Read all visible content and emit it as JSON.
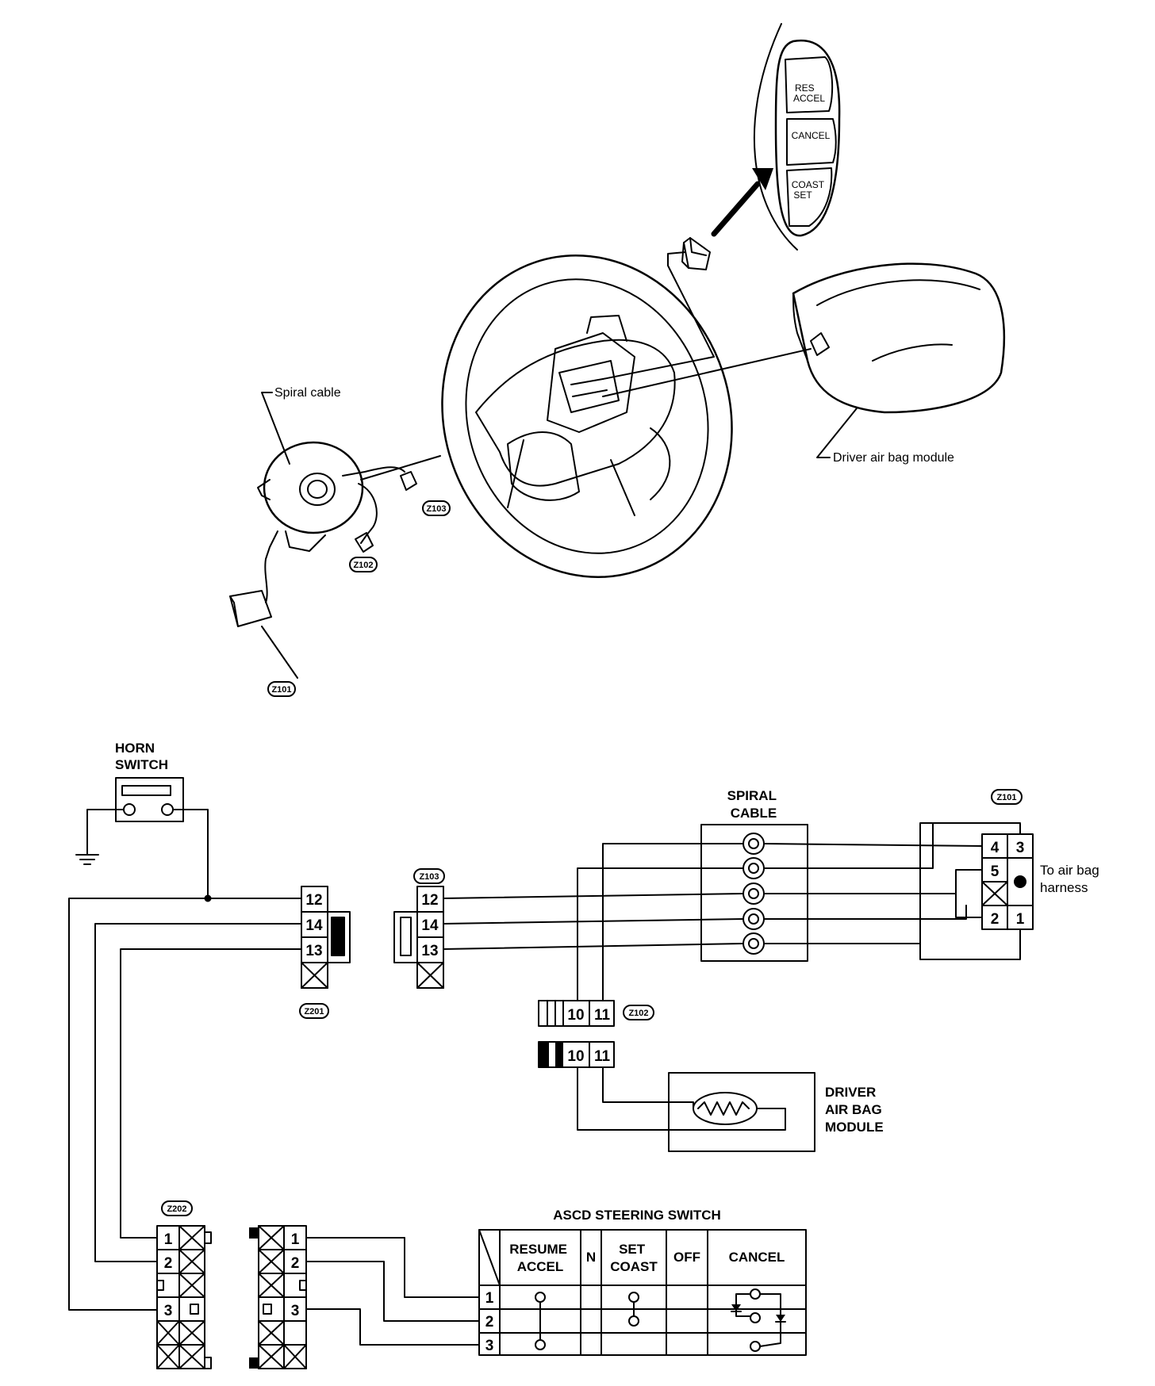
{
  "illustration": {
    "switch_buttons": {
      "res_accel": [
        "RES",
        "ACCEL"
      ],
      "cancel": "CANCEL",
      "coast_set": [
        "COAST",
        "SET"
      ]
    },
    "spiral_cable_label": "Spiral cable",
    "airbag_module_label": "Driver air bag module",
    "connector_tags": {
      "z101": "Z101",
      "z102": "Z102",
      "z103": "Z103"
    }
  },
  "schematic": {
    "horn_switch": [
      "HORN",
      "SWITCH"
    ],
    "spiral_cable": [
      "SPIRAL",
      "CABLE"
    ],
    "to_airbag": [
      "To air bag",
      "harness"
    ],
    "driver_airbag": [
      "DRIVER",
      "AIR BAG",
      "MODULE"
    ],
    "ascd_title": "ASCD STEERING SWITCH",
    "connector_tags": {
      "z101": "Z101",
      "z102": "Z102",
      "z103": "Z103",
      "z201": "Z201",
      "z202": "Z202"
    },
    "z201_pins": [
      "12",
      "14",
      "13"
    ],
    "z103_pins": [
      "12",
      "14",
      "13"
    ],
    "z101_pins": [
      "4",
      "3",
      "5",
      "2",
      "1"
    ],
    "z102_pins": [
      "10",
      "11"
    ],
    "module_pins": [
      "10",
      "11"
    ],
    "z202_pins": [
      "1",
      "2",
      "3"
    ],
    "switch_pins": [
      "1",
      "2",
      "3"
    ],
    "ascd_headers": {
      "resume_accel": [
        "RESUME",
        "ACCEL"
      ],
      "n": "N",
      "set_coast": [
        "SET",
        "COAST"
      ],
      "off": "OFF",
      "cancel": "CANCEL"
    },
    "ascd_rows": [
      "1",
      "2",
      "3"
    ]
  }
}
